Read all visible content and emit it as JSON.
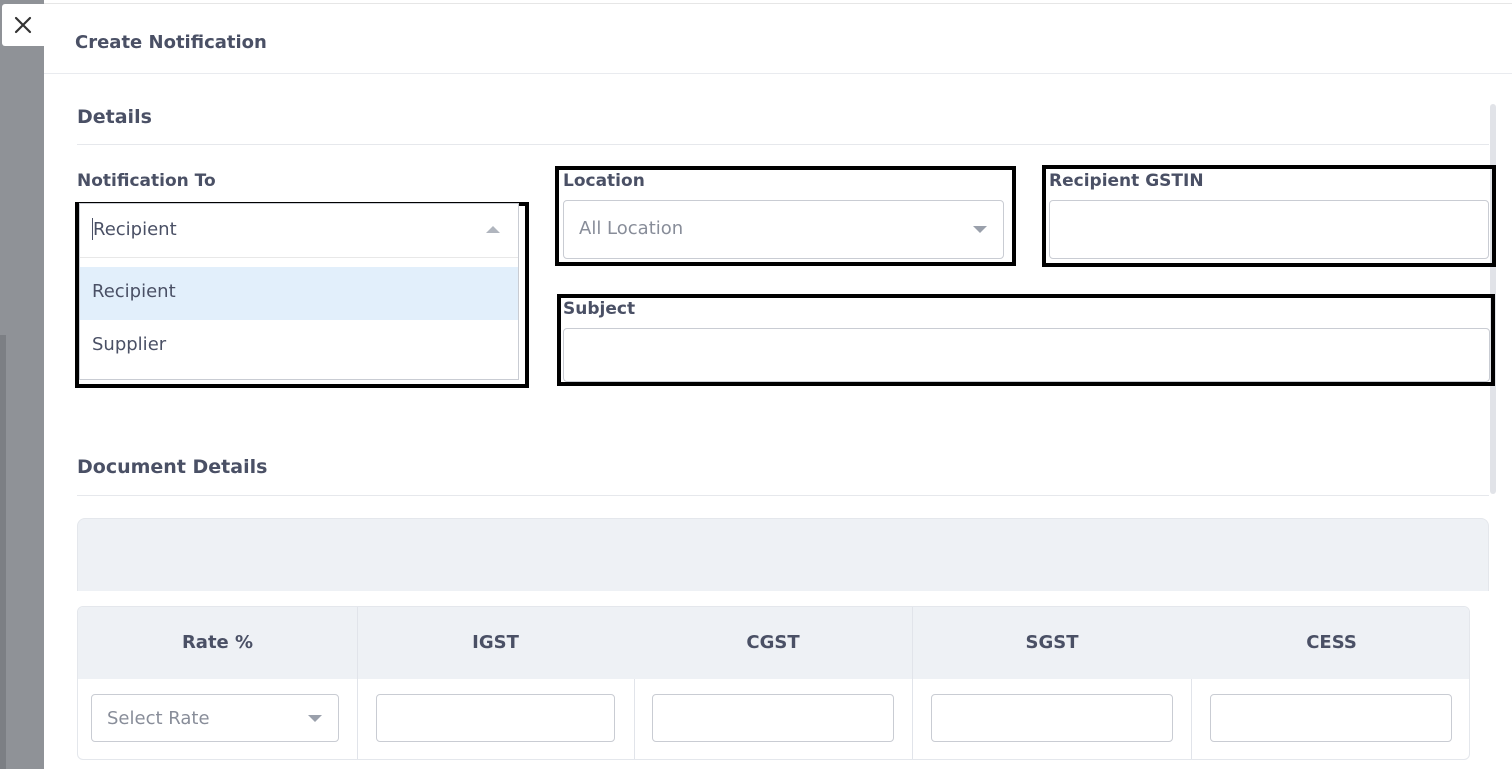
{
  "dialog": {
    "title": "Create Notification",
    "close_icon": "close-icon"
  },
  "details": {
    "section_title": "Details",
    "notification_to": {
      "label": "Notification To",
      "current_value": "Recipient",
      "options": [
        "Recipient",
        "Supplier"
      ],
      "selected_option": "Recipient"
    },
    "location": {
      "label": "Location",
      "value": "All Location"
    },
    "recipient_gstin": {
      "label": "Recipient GSTIN",
      "value": ""
    },
    "subject": {
      "label": "Subject",
      "value": ""
    }
  },
  "document_details": {
    "section_title": "Document Details",
    "columns": [
      "Rate %",
      "IGST",
      "CGST",
      "SGST",
      "CESS"
    ],
    "rate_select": {
      "placeholder": "Select Rate"
    },
    "igst_value": "",
    "cgst_value": "",
    "sgst_value": "",
    "cess_value": ""
  },
  "colors": {
    "highlight_border": "#000000",
    "selected_option_bg": "#e2effb",
    "text": "#4a5065"
  }
}
